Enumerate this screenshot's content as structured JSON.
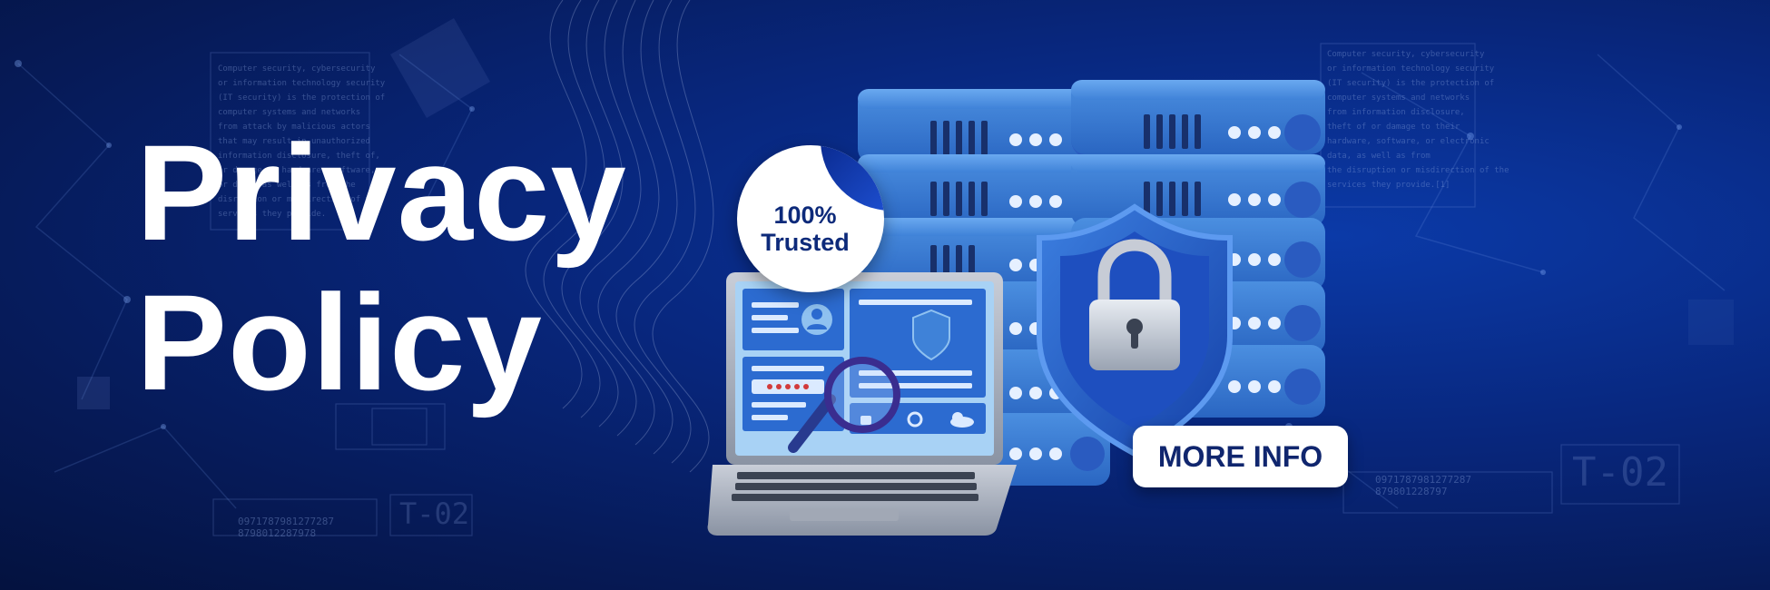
{
  "headline": {
    "line1": "Privacy",
    "line2": "Policy"
  },
  "badge": {
    "line1": "100%",
    "line2": "Trusted"
  },
  "cta": {
    "label": "MORE INFO"
  },
  "decor_text": {
    "top_left": "Computer security, cybersecurity\nor information technology security\n(IT security) is the protection of\ncomputer systems and networks\nfrom attack by malicious actors\nthat may result in unauthorized\ninformation disclosure, theft of,\nor damage to hardware, software,\nor data, as well as from the\ndisruption or misdirection of the\nservices they provide.",
    "top_right": "Computer security, cybersecurity\nor information technology security\n(IT security) is the protection of\ncomputer systems and networks\nfrom information disclosure,\ntheft of or damage to their\nhardware, software, or electronic\ndata, as well as from\nthe disruption or misdirection of the\nservices they provide.[1]",
    "numbers_left": "0971787981277287\n8798012287978",
    "numbers_right": "0971787981277287\n879801228797",
    "tag_left": "T-02",
    "tag_right": "T-02"
  },
  "colors": {
    "background": "#061a57",
    "server": "#3f82d8",
    "button_text": "#10266e"
  },
  "icons": [
    "server-rack-icon",
    "shield-lock-icon",
    "laptop-icon",
    "magnifier-icon",
    "user-icon",
    "cloud-icon",
    "gear-icon",
    "padlock-icon"
  ]
}
